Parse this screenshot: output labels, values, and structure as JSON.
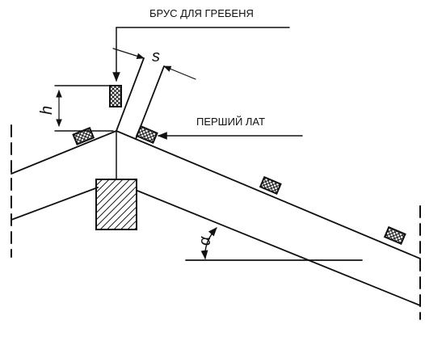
{
  "labels": {
    "ridge_beam": "БРУС ДЛЯ ГРЕБЕНЯ",
    "first_batten": "ПЕРШИЙ ЛАТ",
    "thickness": "s",
    "height": "h",
    "angle": "α"
  }
}
